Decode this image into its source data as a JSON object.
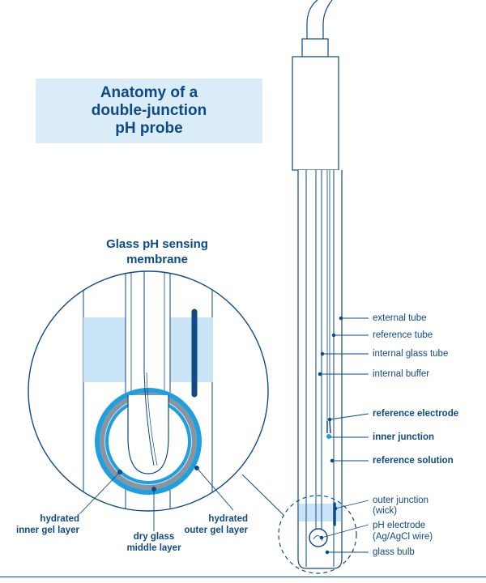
{
  "title": {
    "line1": "Anatomy of a",
    "line2": "double-junction",
    "line3": "pH probe"
  },
  "membrane_title": {
    "line1": "Glass pH sensing",
    "line2": "membrane"
  },
  "probe_labels": {
    "external_tube": "external tube",
    "reference_tube": "reference tube",
    "internal_glass_tube": "internal glass tube",
    "internal_buffer": "internal buffer",
    "reference_electrode": "reference electrode",
    "inner_junction": "inner junction",
    "reference_solution": "reference solution",
    "outer_junction_1": "outer junction",
    "outer_junction_2": "(wick)",
    "ph_electrode_1": "pH electrode",
    "ph_electrode_2": "(Ag/AgCl wire)",
    "glass_bulb": "glass bulb"
  },
  "membrane_labels": {
    "inner_gel_1": "hydrated",
    "inner_gel_2": "inner gel layer",
    "dry_glass_1": "dry glass",
    "dry_glass_2": "middle layer",
    "outer_gel_1": "hydrated",
    "outer_gel_2": "outer gel layer"
  },
  "colors": {
    "dark_blue": "#0e4a86",
    "light_blue": "#c9e4f6",
    "bright_blue": "#1d9fe0",
    "gray": "#8b949c",
    "title_bg": "#d9ecf8"
  }
}
